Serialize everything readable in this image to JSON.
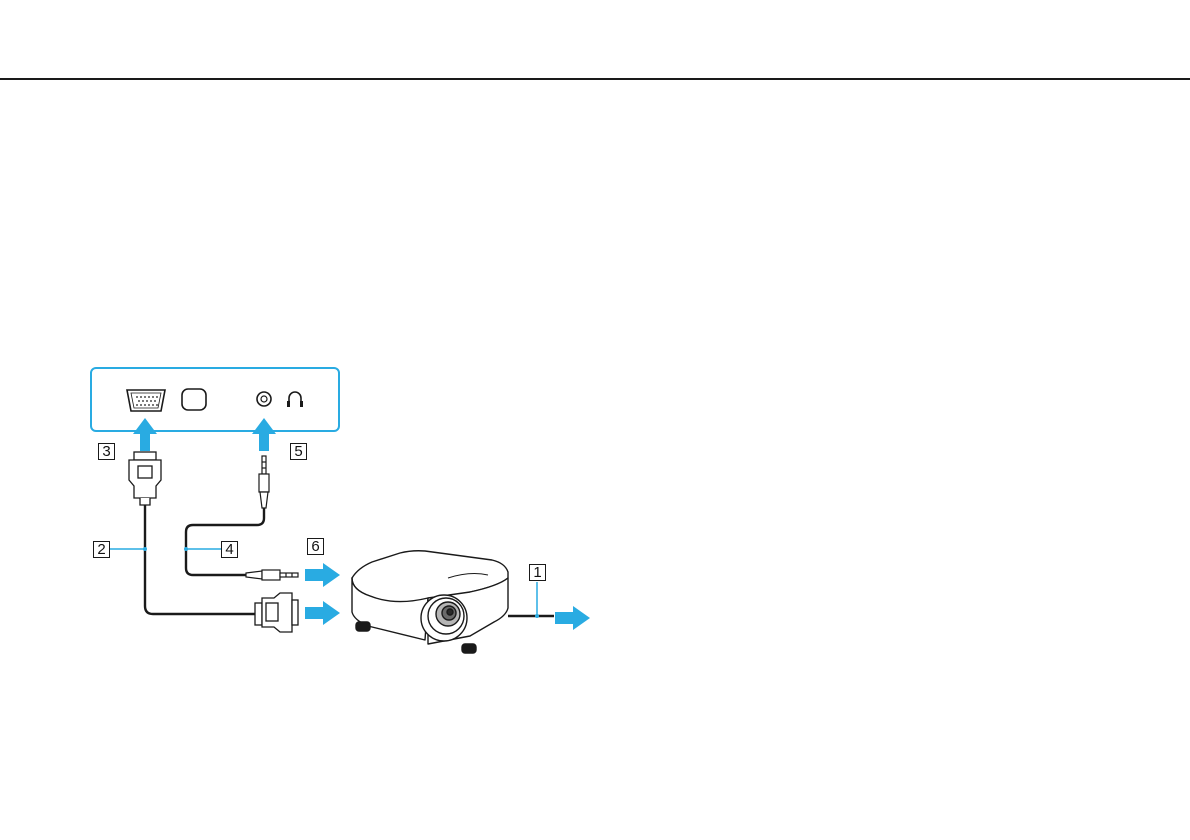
{
  "callouts": {
    "c1": "1",
    "c2": "2",
    "c3": "3",
    "c4": "4",
    "c5": "5",
    "c6": "6"
  },
  "colors": {
    "panel_border": "#29abe2",
    "arrow": "#29abe2",
    "leader_line": "#29abe2",
    "cable": "#1a1a1a",
    "rule": "#1a1a1a"
  },
  "icons": {
    "vga_port": "monitor-port-icon",
    "display_port": "rounded-port-icon",
    "audio_jack": "headphone-jack-icon",
    "headphones": "headphones-icon"
  }
}
